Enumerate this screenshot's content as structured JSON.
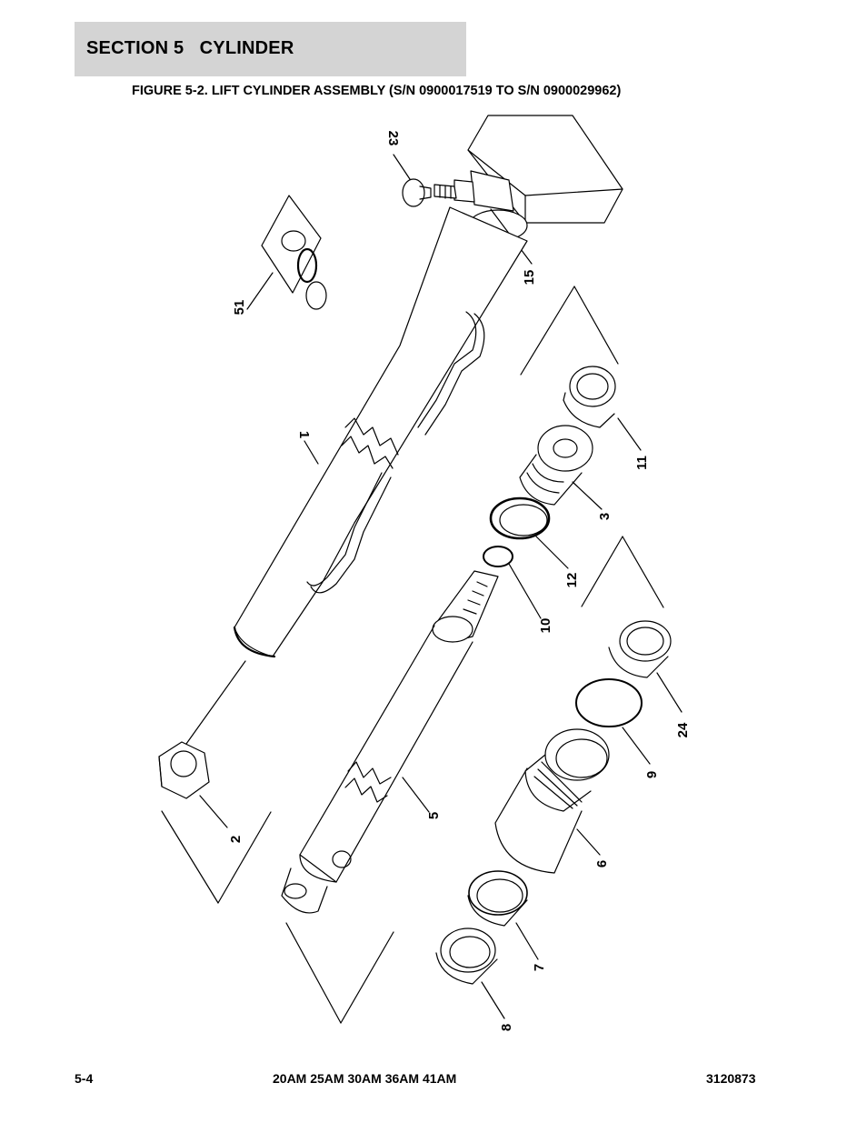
{
  "header": {
    "section_title": "SECTION 5   CYLINDER"
  },
  "figure": {
    "title": "FIGURE 5-2. LIFT CYLINDER ASSEMBLY (S/N 0900017519 TO S/N 0900029962)",
    "callouts": {
      "c23": "23",
      "c15": "15",
      "c51": "51",
      "c1": "1",
      "c11": "11",
      "c3": "3",
      "c12": "12",
      "c10": "10",
      "c24": "24",
      "c9": "9",
      "c5": "5",
      "c2": "2",
      "c6": "6",
      "c7": "7",
      "c8": "8"
    }
  },
  "footer": {
    "page_number": "5-4",
    "models": "20AM 25AM 30AM 36AM 41AM",
    "doc_number": "3120873"
  }
}
